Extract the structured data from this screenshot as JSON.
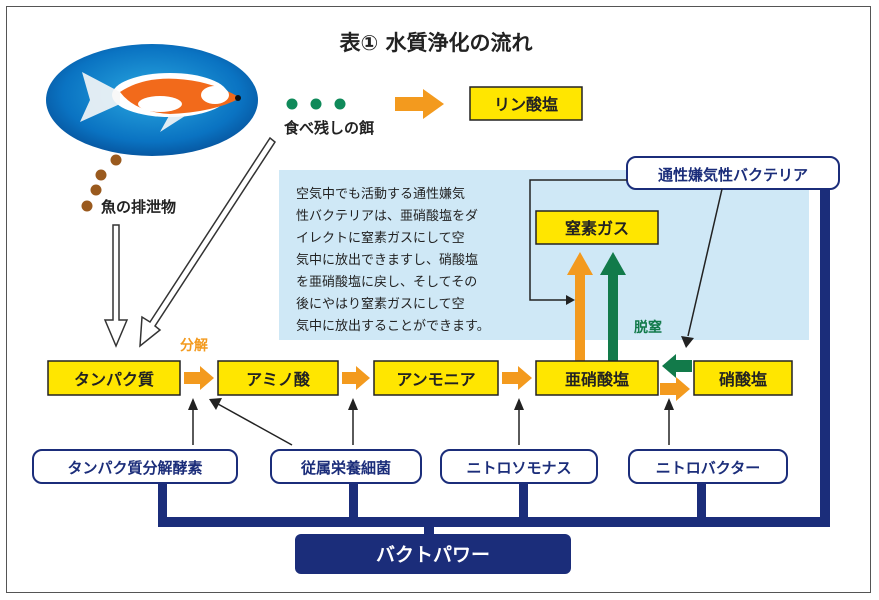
{
  "title": "表① 水質浄化の流れ",
  "labels": {
    "fish_waste": "魚の排泄物",
    "leftover_food": "食べ残しの餌",
    "decompose": "分解",
    "denitrify": "脱窒"
  },
  "info_text": [
    "空気中でも活動する通性嫌気",
    "性バクテリアは、亜硝酸塩をダ",
    "イレクトに窒素ガスにして空",
    "気中に放出できますし、硝酸塩",
    "を亜硝酸塩に戻し、そしてその",
    "後にやはり窒素ガスにして空",
    "気中に放出することができます。"
  ],
  "nodes": {
    "phosphate": "リン酸塩",
    "nitrogen_gas": "窒素ガス",
    "protein": "タンパク質",
    "amino_acid": "アミノ酸",
    "ammonia": "アンモニア",
    "nitrite": "亜硝酸塩",
    "nitrate": "硝酸塩"
  },
  "bacteria": {
    "facultative": "通性嫌気性バクテリア",
    "protease": "タンパク質分解酵素",
    "heterotrophic": "従属栄養細菌",
    "nitrosomonas": "ニトロソモナス",
    "nitrobacter": "ニトロバクター"
  },
  "product": "バクトパワー",
  "colors": {
    "yellow_box": "#ffe600",
    "orange_arrow": "#f39a1e",
    "green_arrow": "#127a4a",
    "navy": "#1b2d7a",
    "info_bg": "#cfe8f6",
    "dot_green": "#0f8a5a",
    "dot_brown": "#9a5a1e"
  }
}
